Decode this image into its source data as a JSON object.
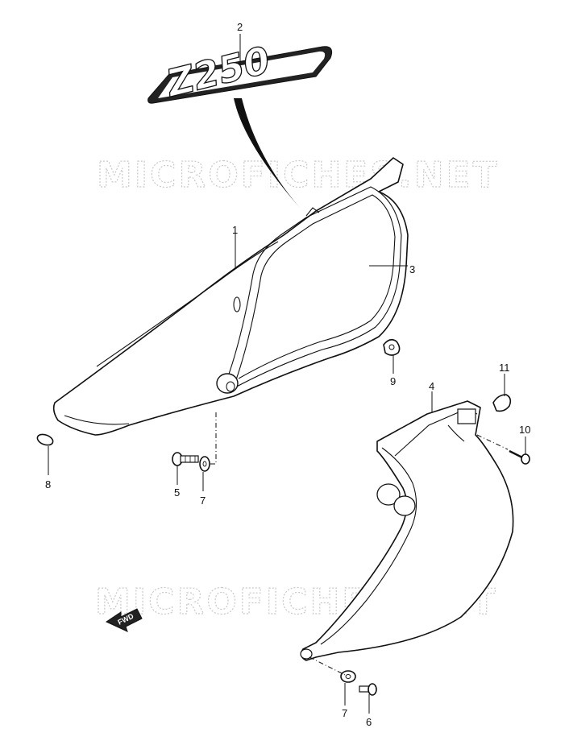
{
  "watermarks": [
    "MICROFICHES.NET",
    "MICROFICHES.NET"
  ],
  "emblem_text": "Z250",
  "fwd_label": "FWD",
  "callouts": {
    "c1": "1",
    "c2": "2",
    "c3": "3",
    "c4": "4",
    "c5": "5",
    "c6": "6",
    "c7a": "7",
    "c7b": "7",
    "c8": "8",
    "c9": "9",
    "c10": "10",
    "c11": "11"
  }
}
